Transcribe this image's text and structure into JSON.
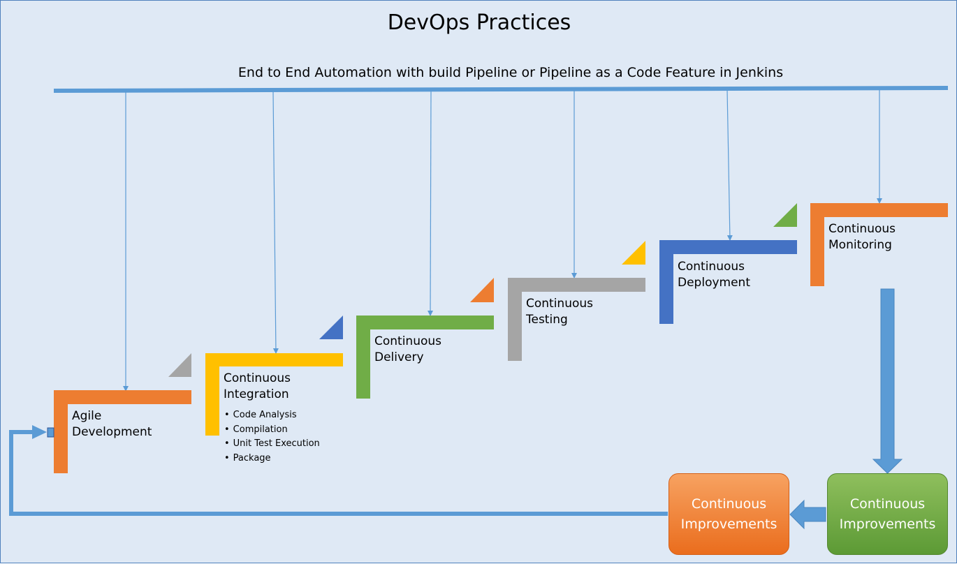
{
  "diagram": {
    "title": "DevOps Practices",
    "subtitle": "End to End Automation with build Pipeline or Pipeline as a Code Feature in Jenkins",
    "stages": [
      {
        "label": "Agile Development",
        "color": "#ed7d31"
      },
      {
        "label": "Continuous Integration",
        "color": "#ffc000",
        "items": [
          "Code Analysis",
          "Compilation",
          "Unit Test Execution",
          "Package"
        ]
      },
      {
        "label": "Continuous Delivery",
        "color": "#70ad47"
      },
      {
        "label": "Continuous Testing",
        "color": "#a5a5a5"
      },
      {
        "label": "Continuous Deployment",
        "color": "#4472c4"
      },
      {
        "label": "Continuous Monitoring",
        "color": "#ed7d31"
      }
    ],
    "feedback": [
      {
        "label": "Continuous Improvements",
        "color": "#70ad47"
      },
      {
        "label": "Continuous Improvements",
        "color": "#ed7d31"
      }
    ],
    "colors": {
      "background": "#dfe9f5",
      "pipeline": "#5b9bd5",
      "border": "#4f81bd"
    }
  }
}
